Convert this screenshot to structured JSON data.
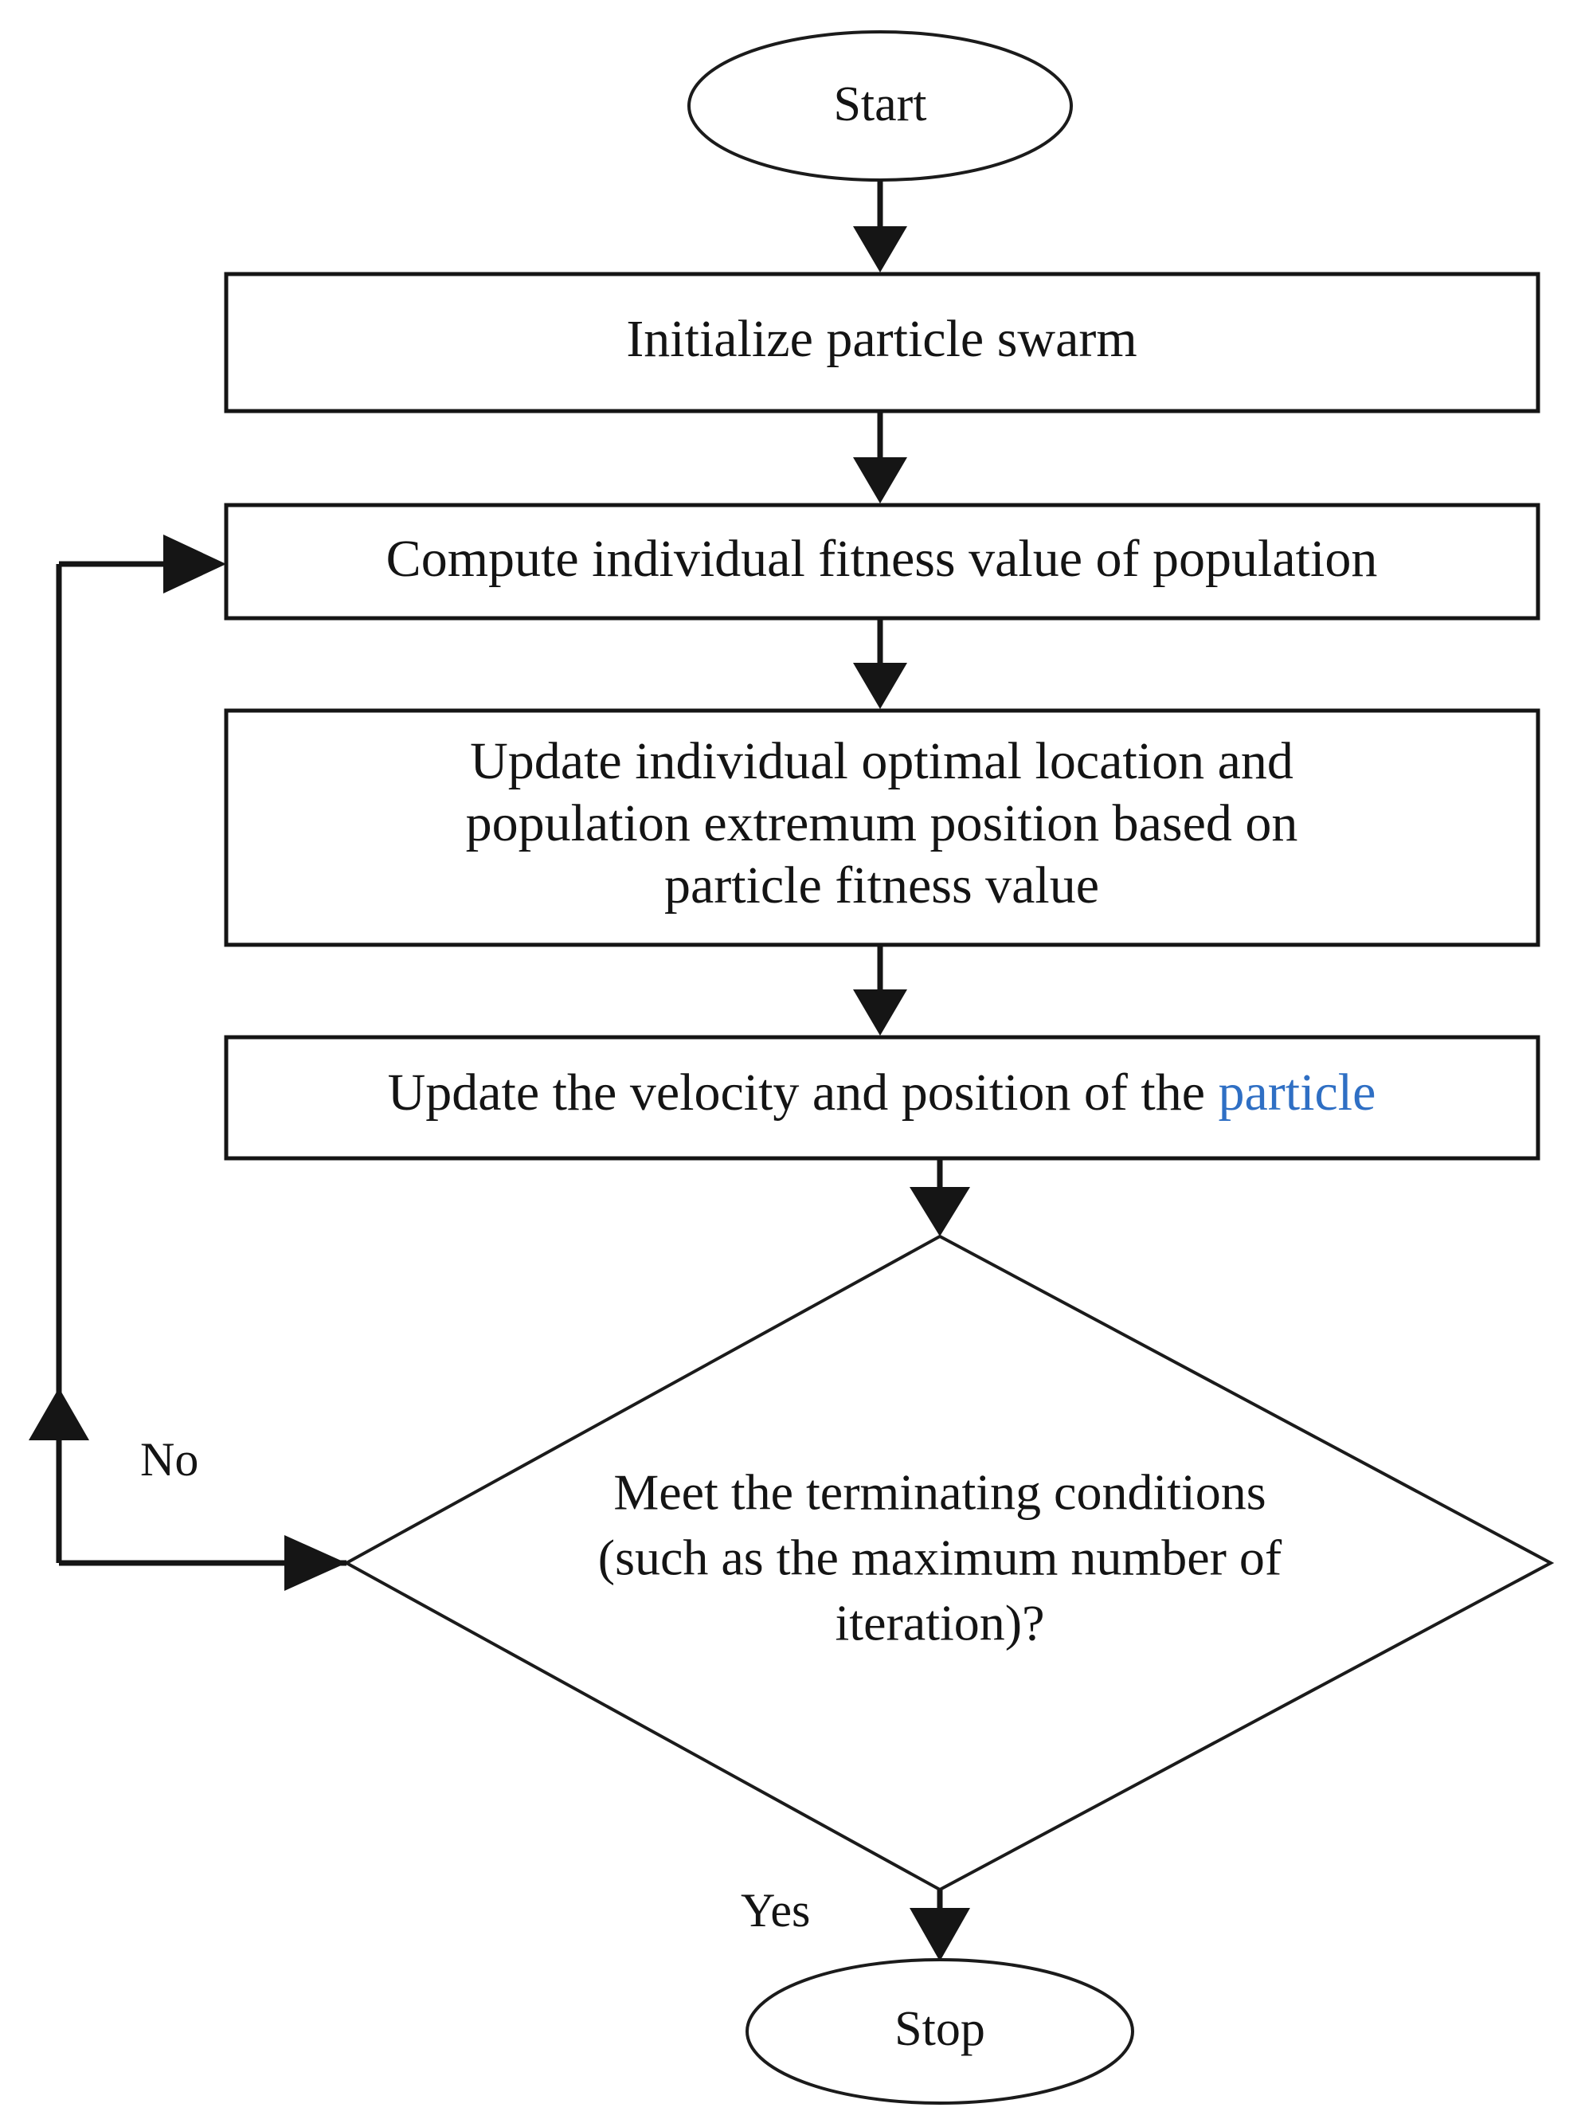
{
  "diagram": {
    "title": "Particle Swarm Optimization flowchart",
    "type": "flowchart",
    "accent_color": "#2f6fc4",
    "line_color": "#151515",
    "background": "#ffffff"
  },
  "nodes": {
    "start": {
      "shape": "ellipse",
      "label": "Start"
    },
    "initialize": {
      "shape": "rectangle",
      "label": "Initialize particle swarm"
    },
    "compute": {
      "shape": "rectangle",
      "label": "Compute individual fitness value of population"
    },
    "update_optimal": {
      "shape": "rectangle",
      "line1": "Update individual optimal location and",
      "line2": "population extremum position based on",
      "line3": "particle fitness value"
    },
    "update_velocity": {
      "shape": "rectangle",
      "label_plain": "Update the velocity and position of the ",
      "label_accent": "particle"
    },
    "decision": {
      "shape": "diamond",
      "line1": "Meet the terminating conditions",
      "line2": "(such as the maximum number of",
      "line3": "iteration)?"
    },
    "stop": {
      "shape": "ellipse",
      "label": "Stop"
    }
  },
  "edges": {
    "no_label": "No",
    "yes_label": "Yes"
  }
}
